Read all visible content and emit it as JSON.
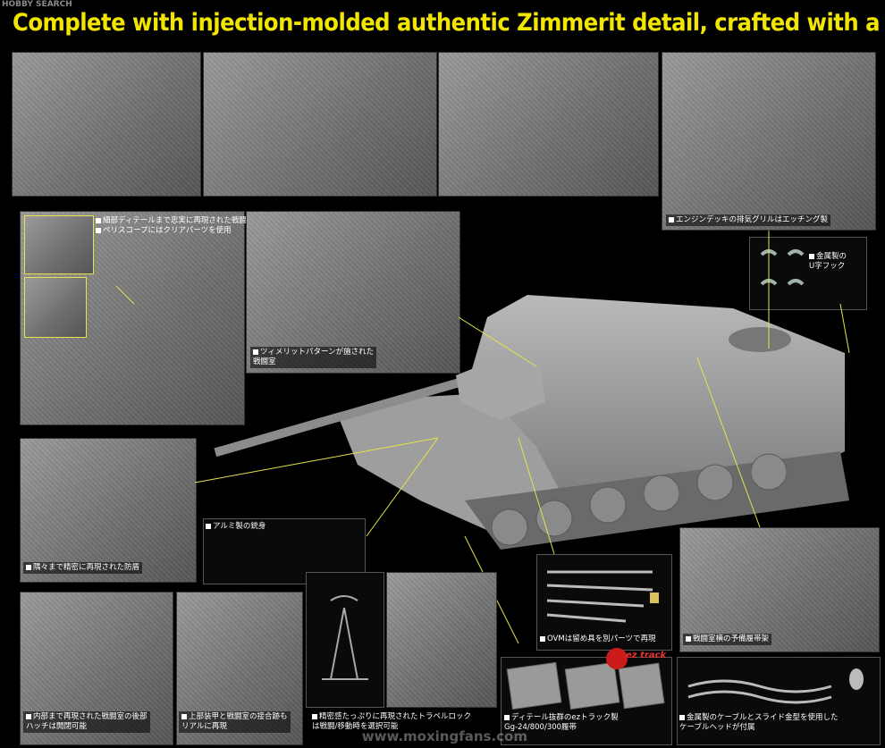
{
  "header": {
    "title": "Complete with injection-molded authentic Zimmerit detail, crafted with a modeler's touch",
    "watermark_top": "HOBBY SEARCH"
  },
  "captions": {
    "fighting_compartment_top_1": "細部ディテールまで忠実に再現された戦闘室上面",
    "fighting_compartment_top_2": "ペリスコープにはクリアパーツを使用",
    "engine_deck_grille": "エンジンデッキの排気グリルはエッチング製",
    "metal_u_hook": "金属製の\nU字フック",
    "zimmerit_pattern": "ツィメリットパターンが施された\n戦闘室",
    "aluminum_barrel": "アルミ製の銃身",
    "mantlet": "隅々まで精密に再現された防盾",
    "ovm": "OVMは留め具を別パーツで再現",
    "spare_track_rack": "戦闘室横の予備履帯架",
    "rear_hatch": "内部まで再現された戦闘室の後部\nハッチは開閉可能",
    "armor_weld": "上部装甲と戦闘室の接合跡も\nリアルに再現",
    "travel_lock": "精密感たっぷりに再現されたトラベルロック\nは戦闘/移動時を選択可能",
    "ez_track": "ディテール抜群のezトラック製\nGg-24/800/300履帯",
    "metal_cable": "金属製のケーブルとスライド金型を使用した\nケーブルヘッドが付属"
  },
  "logos": {
    "ez_track": "ez track"
  },
  "watermark_bottom": "www.moxingfans.com",
  "colors": {
    "headline": "#f2e600",
    "leader_line": "#e8e34a",
    "background": "#000000"
  }
}
